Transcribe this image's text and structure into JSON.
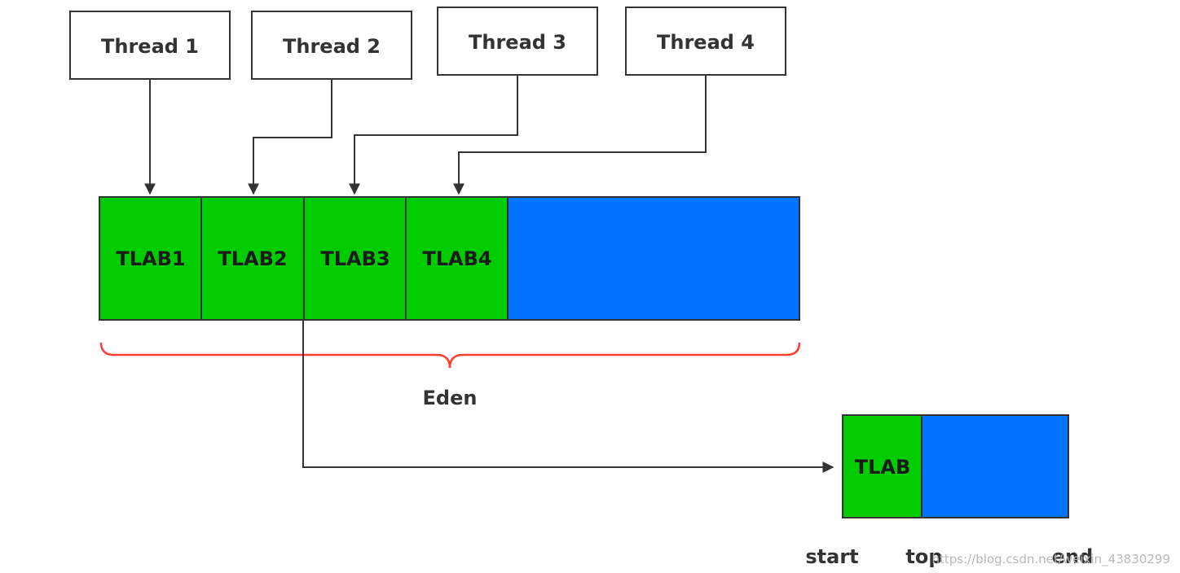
{
  "threads": [
    "Thread 1",
    "Thread 2",
    "Thread 3",
    "Thread 4"
  ],
  "tlabs": [
    "TLAB1",
    "TLAB2",
    "TLAB3",
    "TLAB4"
  ],
  "eden_label": "Eden",
  "detail": {
    "tlab_label": "TLAB",
    "start_label": "start",
    "top_label": "top",
    "end_label": "end"
  },
  "watermark": "https://blog.csdn.net/weixin_43830299",
  "colors": {
    "tlab_fill": "#00cc00",
    "free_fill": "#0073ff",
    "brace": "#ff3b30",
    "line": "#333333"
  }
}
